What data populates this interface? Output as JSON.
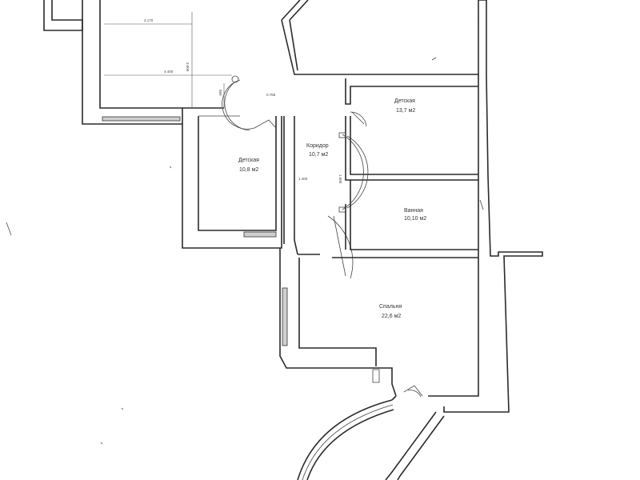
{
  "plan": {
    "rooms": [
      {
        "id": "kids1",
        "name": "Детская",
        "area": "13,7 м2"
      },
      {
        "id": "corridor",
        "name": "Коридор",
        "area": "10,7 м2"
      },
      {
        "id": "kids2",
        "name": "Детская",
        "area": "10,8 м2"
      },
      {
        "id": "bath",
        "name": "Ванная",
        "area": "10,10 м2"
      },
      {
        "id": "bedroom",
        "name": "Спальня",
        "area": "22,6 м2"
      }
    ],
    "dimensions": {
      "d1": "3.170",
      "d2": "3.000",
      "d3": "4.400",
      "d4": "850",
      "d5": "0.785",
      "d6": "1.400",
      "d7": "1.600"
    },
    "colors": {
      "wall": "#2a2a2a",
      "window": "#cfcfcf",
      "background": "#ffffff"
    }
  }
}
